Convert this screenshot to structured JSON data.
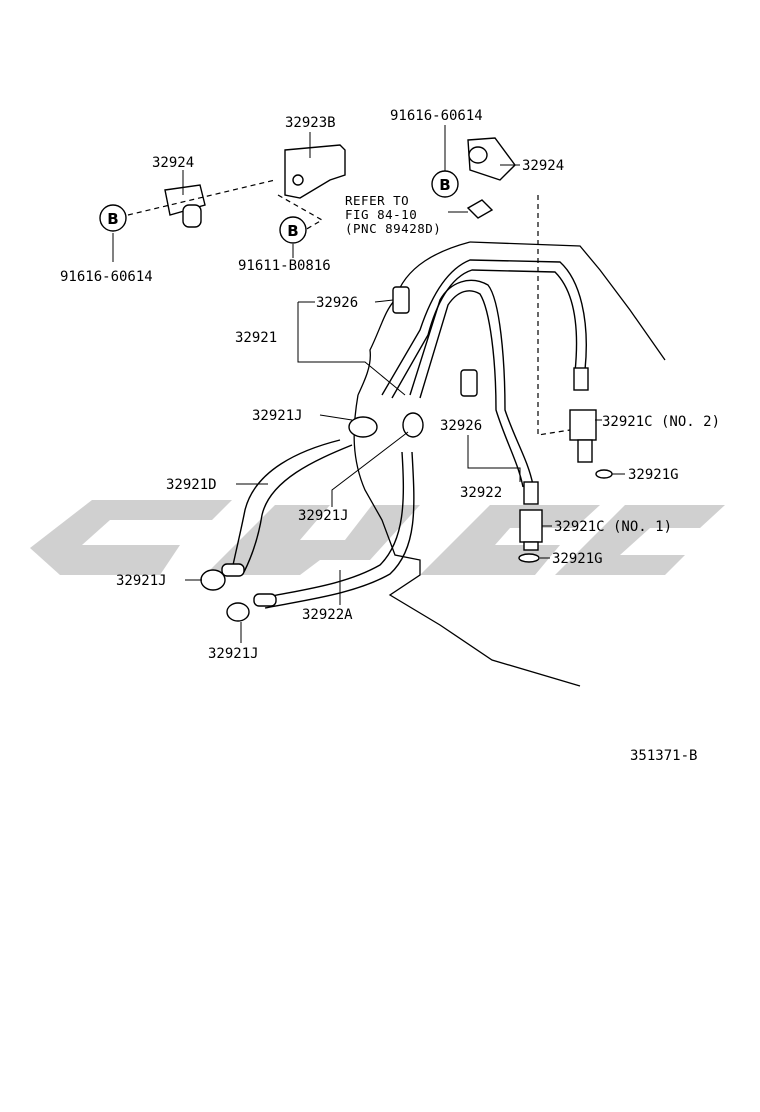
{
  "diagram": {
    "callouts": {
      "p_32923B": "32923B",
      "p_32924_left": "32924",
      "p_91616_left": "91616-60614",
      "p_91611": "91611-B0816",
      "p_91616_right": "91616-60614",
      "p_32924_right": "32924",
      "refer_line1": "REFER TO",
      "refer_line2": "FIG 84-10",
      "refer_line3": "(PNC 89428D)",
      "p_32926_top": "32926",
      "p_32921": "32921",
      "p_32921J_1": "32921J",
      "p_32926_mid": "32926",
      "p_32921C_no2": "32921C (NO. 2)",
      "p_32921G_1": "32921G",
      "p_32921D": "32921D",
      "p_32922": "32922",
      "p_32921J_2": "32921J",
      "p_32921C_no1": "32921C (NO. 1)",
      "p_32921G_2": "32921G",
      "p_32921J_3": "32921J",
      "p_32922A": "32922A",
      "p_32921J_4": "32921J",
      "diagram_code": "351371-B"
    },
    "bolt_marker": "B",
    "colors": {
      "ink": "#000000",
      "watermark": "#c8c8c8",
      "background": "#ffffff"
    }
  }
}
